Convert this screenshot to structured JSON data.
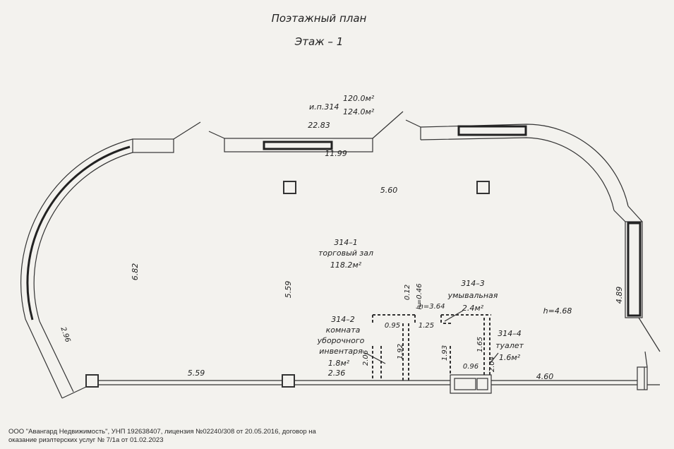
{
  "title": "Поэтажный план",
  "subtitle": "Этаж – 1",
  "header_area": {
    "label": "и.п.314",
    "area1": "120.0м²",
    "area2": "124.0м²"
  },
  "dimensions": {
    "top_length": "22.83",
    "top_window": "11.99",
    "center_width": "5.60",
    "left_height": "6.82",
    "mid_height": "5.59",
    "bottom_left": "5.59",
    "bottom_mid": "2.36",
    "bottom_right": "4.60",
    "left_small": "2.96",
    "right_vertical": "4.89",
    "ceiling_h": "h=4.68",
    "inner_h": "h=3.64",
    "d_012": "0.12",
    "d_046": "h=0.46",
    "d_095": "0.95",
    "d_125": "1.25",
    "d_192": "1.92",
    "d_193": "1.93",
    "d_206": "2.06",
    "d_165": "1.65",
    "d_204": "2.04",
    "d_096": "0.96"
  },
  "rooms": [
    {
      "id": "314–1",
      "name": "торговый зал",
      "area": "118.2м²"
    },
    {
      "id": "314–2",
      "name_line1": "комната",
      "name_line2": "уборочного",
      "name_line3": "инвентаря",
      "area": "1.8м²"
    },
    {
      "id": "314–3",
      "name": "умывальная",
      "area": "2.4м²"
    },
    {
      "id": "314–4",
      "name": "туалет",
      "area": "1.6м²"
    }
  ],
  "footer": {
    "line1": "ООО \"Авангард Недвижимость\", УНП 192638407, лицензия №02240/308 от 20.05.2016, договор на",
    "line2": "оказание риэлтерских услуг № 7/1а от 01.02.2023"
  }
}
